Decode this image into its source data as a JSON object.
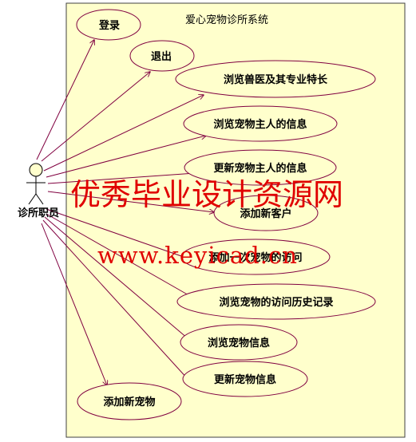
{
  "diagram": {
    "system_title": "爱心宠物诊所系统",
    "actor": {
      "name": "诊所职员",
      "icon": "stick-figure-actor"
    },
    "use_cases": [
      {
        "id": "login",
        "label": "登录"
      },
      {
        "id": "logout",
        "label": "退出"
      },
      {
        "id": "browse-vets",
        "label": "浏览兽医及其专业特长"
      },
      {
        "id": "browse-owner",
        "label": "浏览宠物主人的信息"
      },
      {
        "id": "update-owner",
        "label": "更新宠物主人的信息"
      },
      {
        "id": "add-client",
        "label": "添加新客户"
      },
      {
        "id": "add-visit",
        "label": "添加一次宠物的访问"
      },
      {
        "id": "browse-visits",
        "label": "浏览宠物的访问历史记录"
      },
      {
        "id": "browse-pet",
        "label": "浏览宠物信息"
      },
      {
        "id": "update-pet",
        "label": "更新宠物信息"
      },
      {
        "id": "add-pet",
        "label": "添加新宠物"
      }
    ],
    "colors": {
      "system_fill": "#ffffcc",
      "usecase_fill": "#ffffcc",
      "line": "#800040",
      "watermark": "#e00000"
    }
  },
  "watermark": {
    "line1": "优秀毕业设计资源网",
    "line2": "www.keyicad.cn"
  }
}
